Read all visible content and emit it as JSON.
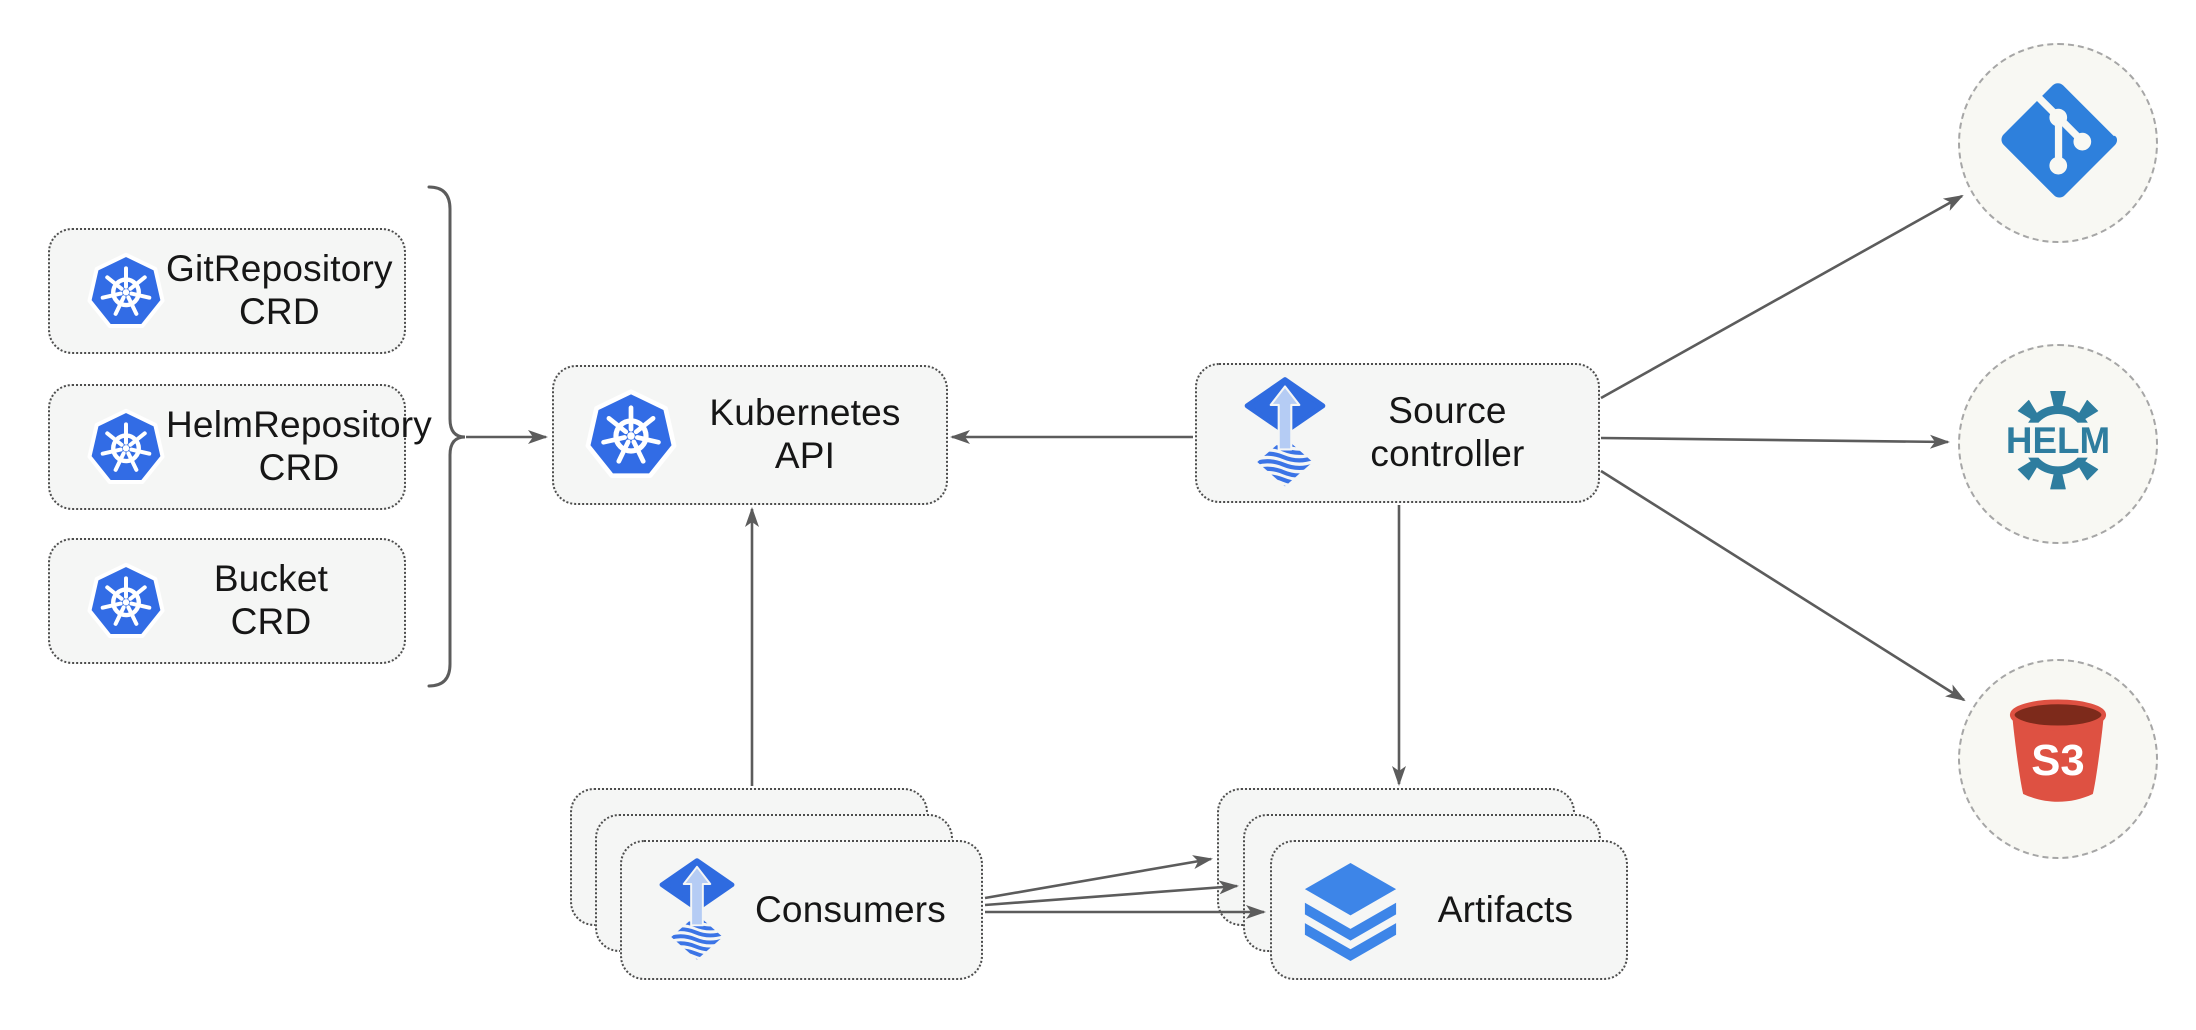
{
  "nodes": {
    "git_crd": {
      "line1": "GitRepository",
      "line2": "CRD"
    },
    "helm_crd": {
      "line1": "HelmRepository",
      "line2": "CRD"
    },
    "bucket_crd": {
      "line1": "Bucket",
      "line2": "CRD"
    },
    "kubernetes_api": {
      "label": "Kubernetes API"
    },
    "source_controller": {
      "line1": "Source",
      "line2": "controller"
    },
    "consumers": {
      "label": "Consumers"
    },
    "artifacts": {
      "label": "Artifacts"
    }
  },
  "endpoints": {
    "git": {
      "icon": "git-icon"
    },
    "helm": {
      "icon": "helm-icon",
      "label": "HELM"
    },
    "s3": {
      "icon": "s3-bucket-icon",
      "label": "S3"
    }
  },
  "colors": {
    "kubernetes_blue": "#326CE5",
    "flux_blue": "#2F6BE0",
    "flux_arrow_light": "#B5CCF4",
    "flux_waves_blue": "#3B74E6",
    "git_blue": "#2E80DC",
    "helm_teal": "#2E7D9F",
    "s3_red": "#DE5142",
    "s3_dark_red": "#7D2A1B",
    "layers_blue": "#3D85E8",
    "box_fill": "#F5F6F5",
    "box_border": "#4D4D4D",
    "circle_fill": "#F8F8F3",
    "circle_border": "#A6A6A6",
    "connector_gray": "#5C5C5C",
    "text": "#161616"
  }
}
